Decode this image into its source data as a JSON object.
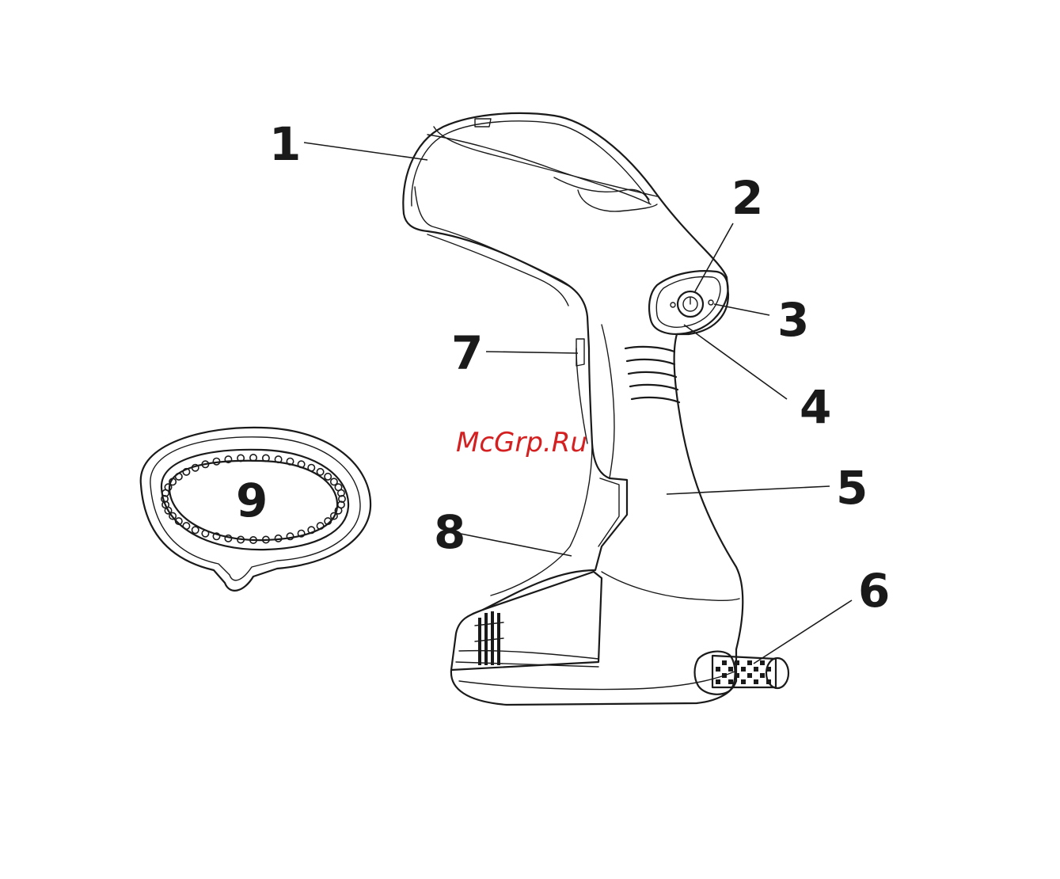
{
  "watermark": "McGrp.Ru",
  "callouts": [
    {
      "id": "1",
      "label": "1"
    },
    {
      "id": "2",
      "label": "2"
    },
    {
      "id": "3",
      "label": "3"
    },
    {
      "id": "4",
      "label": "4"
    },
    {
      "id": "5",
      "label": "5"
    },
    {
      "id": "6",
      "label": "6"
    },
    {
      "id": "7",
      "label": "7"
    },
    {
      "id": "8",
      "label": "8"
    },
    {
      "id": "9",
      "label": "9"
    }
  ]
}
